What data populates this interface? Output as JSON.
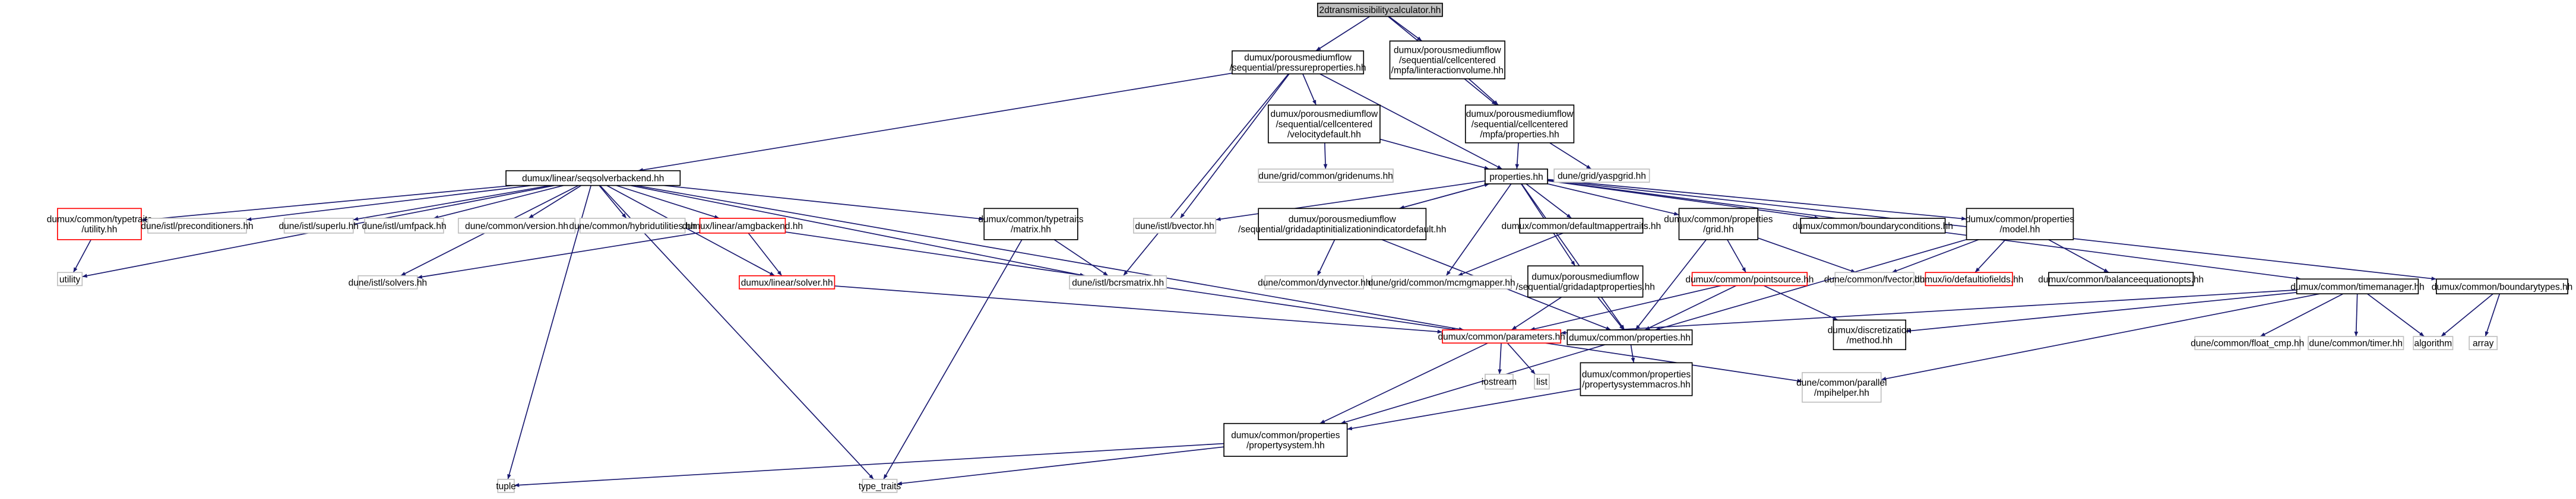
{
  "colors": {
    "edge": "#191970",
    "root_fill": "#bfbfbf",
    "black_border": "#000000",
    "gray_border": "#bfbfbf",
    "red_border": "#ff0000"
  },
  "nodes": {
    "root": {
      "label": [
        "2dtransmissibilitycalculator.hh"
      ],
      "style": "root"
    },
    "pressureprops": {
      "label": [
        "dumux/porousmediumflow",
        "/sequential/pressureproperties.hh"
      ],
      "style": "black"
    },
    "interactionvolume": {
      "label": [
        "dumux/porousmediumflow",
        "/sequential/cellcentered",
        "/mpfa/linteractionvolume.hh"
      ],
      "style": "black"
    },
    "velocitydefault": {
      "label": [
        "dumux/porousmediumflow",
        "/sequential/cellcentered",
        "/velocitydefault.hh"
      ],
      "style": "black"
    },
    "mpfaprops": {
      "label": [
        "dumux/porousmediumflow",
        "/sequential/cellcentered",
        "/mpfa/properties.hh"
      ],
      "style": "black"
    },
    "gridenums": {
      "label": [
        "dune/grid/common/gridenums.hh"
      ],
      "style": "gray"
    },
    "properties": {
      "label": [
        "properties.hh"
      ],
      "style": "black"
    },
    "yaspgrid": {
      "label": [
        "dune/grid/yaspgrid.hh"
      ],
      "style": "gray"
    },
    "seqsolver": {
      "label": [
        "dumux/linear/seqsolverbackend.hh"
      ],
      "style": "black"
    },
    "ttutility": {
      "label": [
        "dumux/common/typetraits",
        "/utility.hh"
      ],
      "style": "red"
    },
    "preconditioners": {
      "label": [
        "dune/istl/preconditioners.hh"
      ],
      "style": "gray"
    },
    "superlu": {
      "label": [
        "dune/istl/superlu.hh"
      ],
      "style": "gray"
    },
    "umfpack": {
      "label": [
        "dune/istl/umfpack.hh"
      ],
      "style": "gray"
    },
    "version": {
      "label": [
        "dune/common/version.hh"
      ],
      "style": "gray"
    },
    "hybrid": {
      "label": [
        "dune/common/hybridutilities.hh"
      ],
      "style": "gray"
    },
    "amg": {
      "label": [
        "dumux/linear/amgbackend.hh"
      ],
      "style": "red"
    },
    "matrix": {
      "label": [
        "dumux/common/typetraits",
        "/matrix.hh"
      ],
      "style": "black"
    },
    "bvector": {
      "label": [
        "dune/istl/bvector.hh"
      ],
      "style": "gray"
    },
    "gridadaptinit": {
      "label": [
        "dumux/porousmediumflow",
        "/sequential/gridadaptinitializationindicatordefault.hh"
      ],
      "style": "black"
    },
    "defaultmapper": {
      "label": [
        "dumux/common/defaultmappertraits.hh"
      ],
      "style": "black"
    },
    "grid": {
      "label": [
        "dumux/common/properties",
        "/grid.hh"
      ],
      "style": "black"
    },
    "bconditions": {
      "label": [
        "dumux/common/boundaryconditions.hh"
      ],
      "style": "black"
    },
    "model": {
      "label": [
        "dumux/common/properties",
        "/model.hh"
      ],
      "style": "black"
    },
    "timemanager": {
      "label": [
        "dumux/common/timemanager.hh"
      ],
      "style": "black"
    },
    "btypes": {
      "label": [
        "dumux/common/boundarytypes.hh"
      ],
      "style": "black"
    },
    "utility": {
      "label": [
        "utility"
      ],
      "style": "gray"
    },
    "solvers": {
      "label": [
        "dune/istl/solvers.hh"
      ],
      "style": "gray"
    },
    "solver": {
      "label": [
        "dumux/linear/solver.hh"
      ],
      "style": "red"
    },
    "bcrs": {
      "label": [
        "dune/istl/bcrsmatrix.hh"
      ],
      "style": "gray"
    },
    "dynvector": {
      "label": [
        "dune/common/dynvector.hh"
      ],
      "style": "gray"
    },
    "mcmg": {
      "label": [
        "dune/grid/common/mcmgmapper.hh"
      ],
      "style": "gray"
    },
    "gridadaptprops": {
      "label": [
        "dumux/porousmediumflow",
        "/sequential/gridadaptproperties.hh"
      ],
      "style": "black"
    },
    "pointsource": {
      "label": [
        "dumux/common/pointsource.hh"
      ],
      "style": "red"
    },
    "fvector": {
      "label": [
        "dune/common/fvector.hh"
      ],
      "style": "gray"
    },
    "iofields": {
      "label": [
        "dumux/io/defaultiofields.hh"
      ],
      "style": "red"
    },
    "balance": {
      "label": [
        "dumux/common/balanceequationopts.hh"
      ],
      "style": "black"
    },
    "parameters": {
      "label": [
        "dumux/common/parameters.hh"
      ],
      "style": "red"
    },
    "cprops": {
      "label": [
        "dumux/common/properties.hh"
      ],
      "style": "black"
    },
    "method": {
      "label": [
        "dumux/discretization",
        "/method.hh"
      ],
      "style": "black"
    },
    "floatcmp": {
      "label": [
        "dune/common/float_cmp.hh"
      ],
      "style": "gray"
    },
    "timer": {
      "label": [
        "dune/common/timer.hh"
      ],
      "style": "gray"
    },
    "algorithm": {
      "label": [
        "algorithm"
      ],
      "style": "gray"
    },
    "array": {
      "label": [
        "array"
      ],
      "style": "gray"
    },
    "iostream": {
      "label": [
        "iostream"
      ],
      "style": "gray"
    },
    "list": {
      "label": [
        "list"
      ],
      "style": "gray"
    },
    "psmacros": {
      "label": [
        "dumux/common/properties",
        "/propertysystemmacros.hh"
      ],
      "style": "black"
    },
    "mpihelper": {
      "label": [
        "dune/common/parallel",
        "/mpihelper.hh"
      ],
      "style": "gray"
    },
    "propsystem": {
      "label": [
        "dumux/common/properties",
        "/propertysystem.hh"
      ],
      "style": "black"
    },
    "tuple": {
      "label": [
        "tuple"
      ],
      "style": "gray"
    },
    "typetraits": {
      "label": [
        "type_traits"
      ],
      "style": "gray"
    }
  },
  "edges": [
    [
      "root",
      "pressureprops"
    ],
    [
      "root",
      "interactionvolume"
    ],
    [
      "root",
      "mpfaprops"
    ],
    [
      "pressureprops",
      "seqsolver"
    ],
    [
      "pressureprops",
      "velocitydefault"
    ],
    [
      "pressureprops",
      "properties"
    ],
    [
      "pressureprops",
      "bvector"
    ],
    [
      "pressureprops",
      "bcrs"
    ],
    [
      "interactionvolume",
      "mpfaprops"
    ],
    [
      "velocitydefault",
      "gridenums"
    ],
    [
      "velocitydefault",
      "properties"
    ],
    [
      "mpfaprops",
      "properties"
    ],
    [
      "mpfaprops",
      "yaspgrid"
    ],
    [
      "properties",
      "bvector"
    ],
    [
      "properties",
      "gridadaptinit"
    ],
    [
      "properties",
      "defaultmapper"
    ],
    [
      "properties",
      "grid"
    ],
    [
      "properties",
      "bconditions"
    ],
    [
      "properties",
      "model"
    ],
    [
      "properties",
      "timemanager"
    ],
    [
      "properties",
      "btypes"
    ],
    [
      "properties",
      "mcmg"
    ],
    [
      "properties",
      "gridadaptprops"
    ],
    [
      "properties",
      "cprops"
    ],
    [
      "seqsolver",
      "ttutility"
    ],
    [
      "seqsolver",
      "preconditioners"
    ],
    [
      "seqsolver",
      "superlu"
    ],
    [
      "seqsolver",
      "umfpack"
    ],
    [
      "seqsolver",
      "version"
    ],
    [
      "seqsolver",
      "hybrid"
    ],
    [
      "seqsolver",
      "amg"
    ],
    [
      "seqsolver",
      "matrix"
    ],
    [
      "seqsolver",
      "solvers"
    ],
    [
      "seqsolver",
      "solver"
    ],
    [
      "seqsolver",
      "utility"
    ],
    [
      "seqsolver",
      "tuple"
    ],
    [
      "seqsolver",
      "typetraits"
    ],
    [
      "seqsolver",
      "parameters"
    ],
    [
      "seqsolver",
      "bcrs"
    ],
    [
      "ttutility",
      "utility"
    ],
    [
      "amg",
      "solvers"
    ],
    [
      "amg",
      "solver"
    ],
    [
      "amg",
      "parameters"
    ],
    [
      "matrix",
      "bcrs"
    ],
    [
      "matrix",
      "typetraits"
    ],
    [
      "gridadaptinit",
      "dynvector"
    ],
    [
      "gridadaptinit",
      "properties"
    ],
    [
      "gridadaptinit",
      "cprops"
    ],
    [
      "defaultmapper",
      "mcmg"
    ],
    [
      "gridadaptprops",
      "parameters"
    ],
    [
      "gridadaptprops",
      "cprops"
    ],
    [
      "grid",
      "pointsource"
    ],
    [
      "grid",
      "fvector"
    ],
    [
      "grid",
      "cprops"
    ],
    [
      "pointsource",
      "parameters"
    ],
    [
      "pointsource",
      "cprops"
    ],
    [
      "pointsource",
      "method"
    ],
    [
      "model",
      "fvector"
    ],
    [
      "model",
      "iofields"
    ],
    [
      "model",
      "balance"
    ],
    [
      "model",
      "cprops"
    ],
    [
      "timemanager",
      "parameters"
    ],
    [
      "timemanager",
      "floatcmp"
    ],
    [
      "timemanager",
      "timer"
    ],
    [
      "timemanager",
      "algorithm"
    ],
    [
      "timemanager",
      "mpihelper"
    ],
    [
      "timemanager",
      "method"
    ],
    [
      "btypes",
      "algorithm"
    ],
    [
      "btypes",
      "array"
    ],
    [
      "solver",
      "parameters"
    ],
    [
      "parameters",
      "iostream"
    ],
    [
      "parameters",
      "list"
    ],
    [
      "parameters",
      "propsystem"
    ],
    [
      "parameters",
      "mpihelper"
    ],
    [
      "cprops",
      "psmacros"
    ],
    [
      "cprops",
      "propsystem"
    ],
    [
      "psmacros",
      "propsystem"
    ],
    [
      "propsystem",
      "tuple"
    ],
    [
      "propsystem",
      "typetraits"
    ]
  ]
}
